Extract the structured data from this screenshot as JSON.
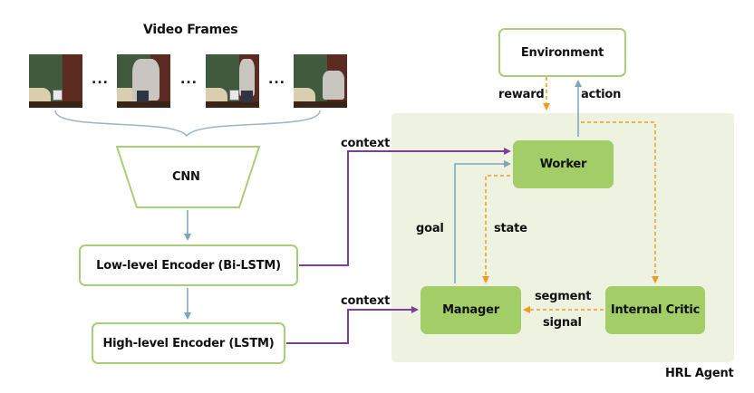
{
  "video": {
    "title": "Video Frames",
    "ellipsis": "...",
    "frames": [
      {
        "id": "frame-1",
        "description": "room scene with laptop"
      },
      {
        "id": "frame-2",
        "description": "person in white sweater"
      },
      {
        "id": "frame-3",
        "description": "person standing near shelf"
      },
      {
        "id": "frame-4",
        "description": "person bending down"
      }
    ]
  },
  "encoders": {
    "cnn": "CNN",
    "low_level": "Low-level Encoder (Bi-LSTM)",
    "high_level": "High-level Encoder (LSTM)"
  },
  "agent": {
    "label": "HRL Agent",
    "worker": "Worker",
    "manager": "Manager",
    "critic": "Internal Critic"
  },
  "environment": "Environment",
  "edges": {
    "reward": "reward",
    "action": "action",
    "context_top": "context",
    "context_bottom": "context",
    "goal": "goal",
    "state": "state",
    "segment_line1": "segment",
    "segment_line2": "signal"
  },
  "colors": {
    "green_outline": "#a8cf78",
    "green_fill": "#a2cd67",
    "agent_bg": "#eef2e1",
    "blue_arrow": "#7ea3bf",
    "purple_arrow": "#7b3f98",
    "orange_dashed": "#f39a1e"
  }
}
